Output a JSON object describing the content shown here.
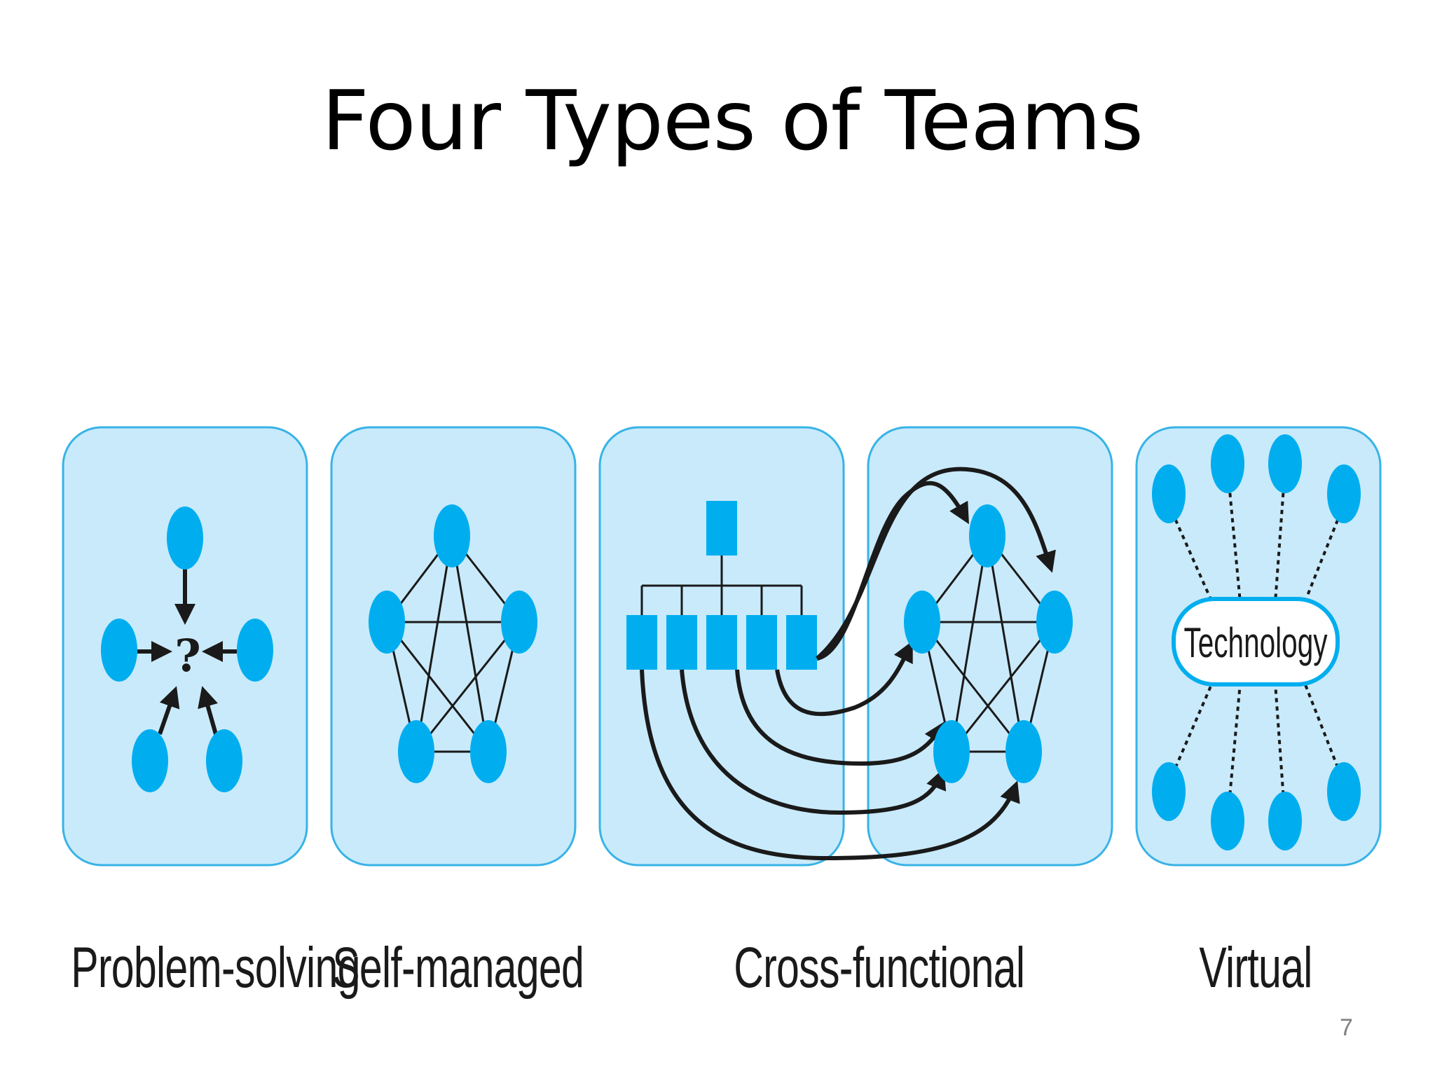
{
  "slide": {
    "title": "Four Types of Teams",
    "page_number": "7"
  },
  "panels": [
    {
      "id": "problem-solving",
      "label": "Problem-solving"
    },
    {
      "id": "self-managed",
      "label": "Self-managed"
    },
    {
      "id": "cross-functional",
      "label": "Cross-functional"
    },
    {
      "id": "virtual",
      "label": "Virtual"
    }
  ],
  "problem_solving": {
    "center_symbol": "?"
  },
  "virtual": {
    "hub_label": "Technology"
  },
  "colors": {
    "panel_fill": "#c9eafb",
    "panel_stroke": "#38b3e6",
    "node_fill": "#00aeef",
    "line": "#1a1a1a",
    "hub_fill": "#ffffff"
  }
}
